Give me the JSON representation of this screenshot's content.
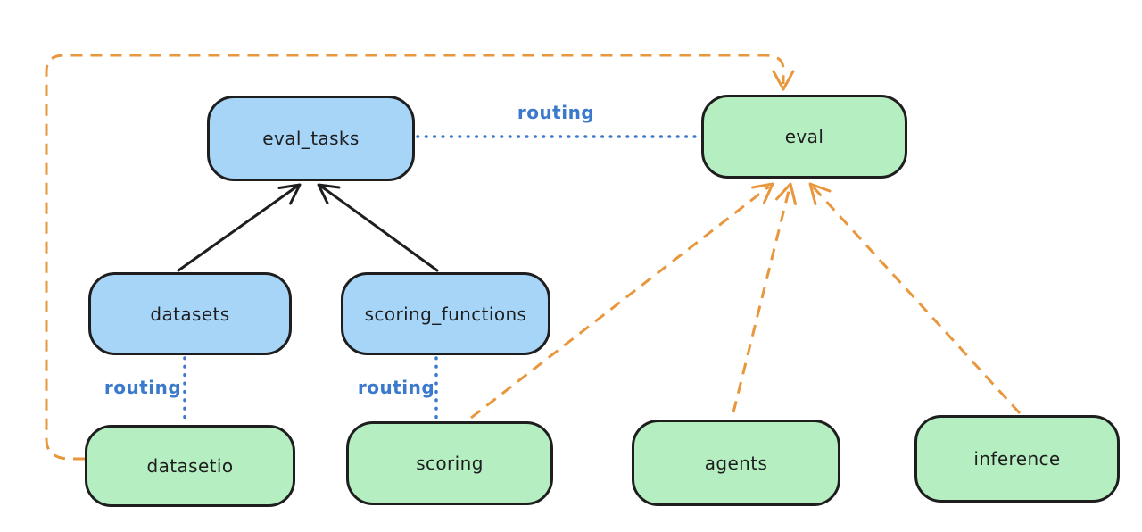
{
  "colors": {
    "background": "#ffffff",
    "node_border": "#1e1e1e",
    "node_blue_fill": "#a6d5f8",
    "node_green_fill": "#b5eec1",
    "text": "#1e1e1e",
    "routing_blue": "#3b79cc",
    "provider_orange": "#e9973d",
    "arrow_black": "#1e1e1e"
  },
  "nodes": {
    "eval_tasks": {
      "label": "eval_tasks"
    },
    "eval": {
      "label": "eval"
    },
    "datasets": {
      "label": "datasets"
    },
    "scoring_functions": {
      "label": "scoring_functions"
    },
    "datasetio": {
      "label": "datasetio"
    },
    "scoring": {
      "label": "scoring"
    },
    "agents": {
      "label": "agents"
    },
    "inference": {
      "label": "inference"
    }
  },
  "edge_labels": {
    "eval_tasks_to_eval": "routing",
    "datasets_to_datasetio": "routing",
    "scoring_functions_to_scoring": "routing"
  }
}
